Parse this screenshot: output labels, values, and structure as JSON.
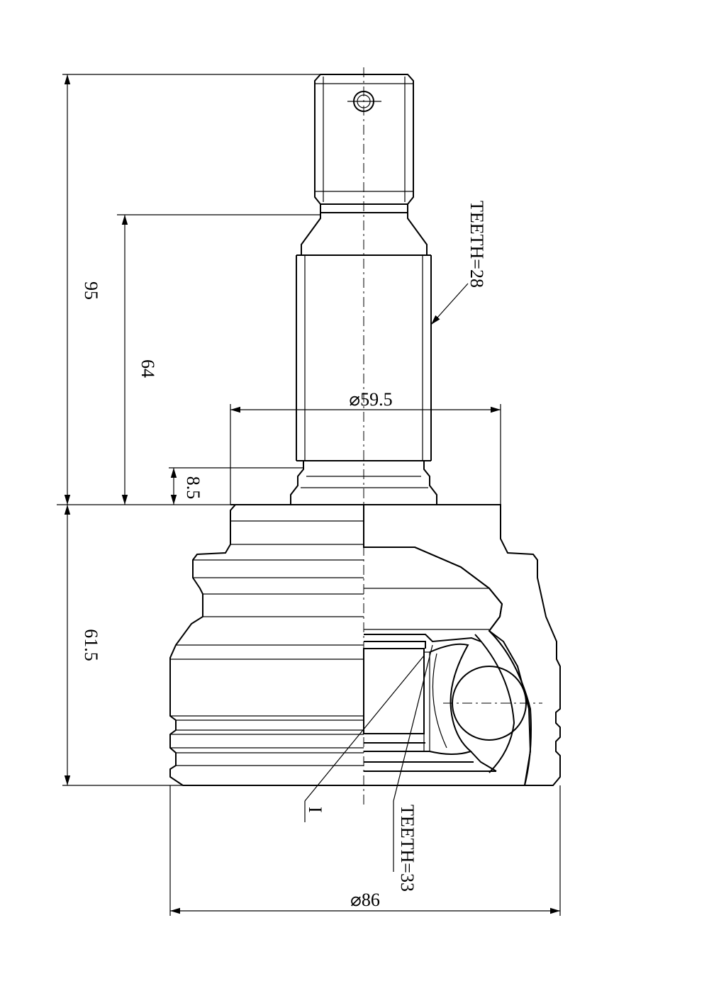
{
  "dimensions": {
    "overall_height": "95",
    "shaft_length": "64",
    "shoulder": "8.5",
    "bell_height": "61.5",
    "bell_diameter": "⌀59.5",
    "outer_diameter": "⌀86"
  },
  "notes": {
    "shaft_teeth": "TEETH=28",
    "inner_teeth": "TEETH=33",
    "detail_label": "I"
  }
}
